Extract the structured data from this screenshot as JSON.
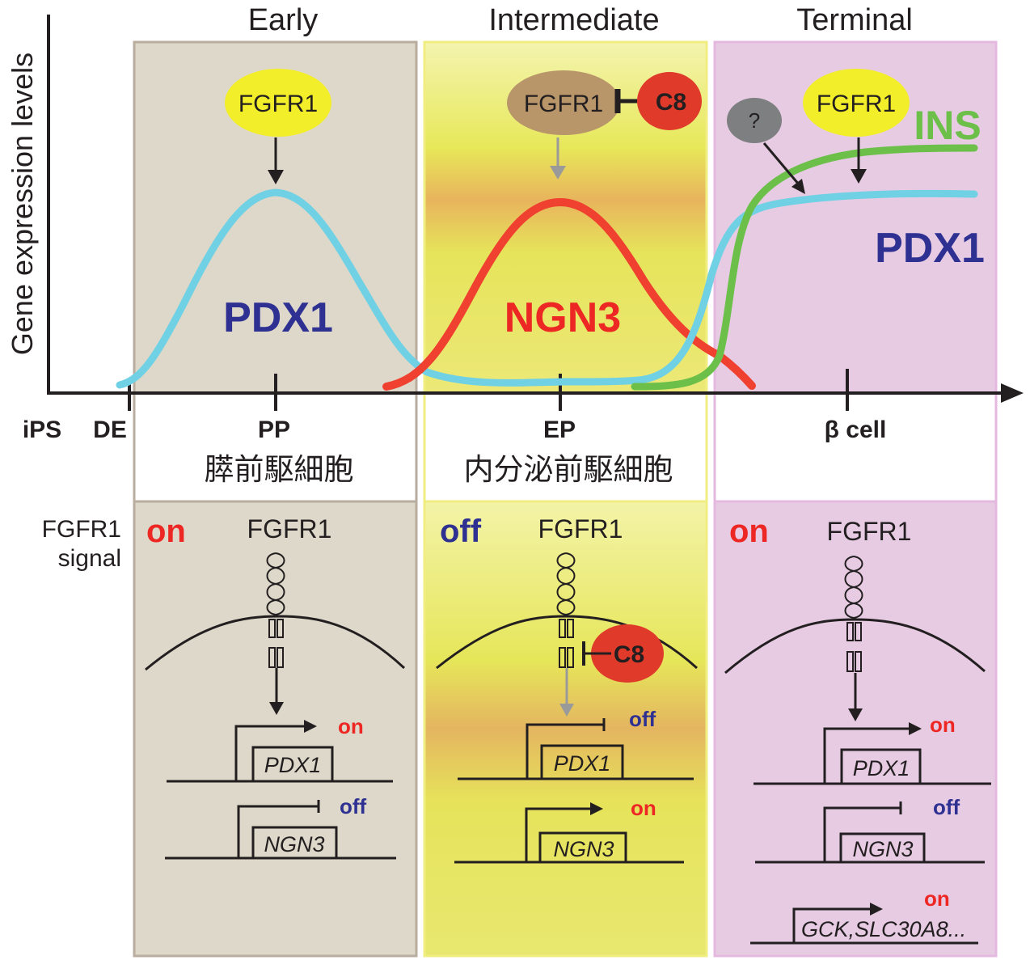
{
  "stages": {
    "early": "Early",
    "intermediate": "Intermediate",
    "terminal": "Terminal"
  },
  "axis": {
    "y_label": "Gene expression levels",
    "ticks": {
      "ips": "iPS",
      "de": "DE",
      "pp": "PP",
      "ep": "EP",
      "beta": "β cell"
    },
    "jp_labels": {
      "pp": "膵前駆細胞",
      "ep": "内分泌前駆細胞"
    }
  },
  "curves": {
    "pdx1_early": "PDX1",
    "ngn3": "NGN3",
    "ins": "INS",
    "pdx1_terminal": "PDX1"
  },
  "top_factors": {
    "early_fgfr1": "FGFR1",
    "intermediate_fgfr1": "FGFR1",
    "intermediate_c8": "C8",
    "terminal_unknown": "?",
    "terminal_fgfr1": "FGFR1"
  },
  "signal": {
    "row_label_line1": "FGFR1",
    "row_label_line2": "signal",
    "early_state": "on",
    "intermediate_state": "off",
    "terminal_state": "on",
    "receptor_label": "FGFR1",
    "c8": "C8"
  },
  "genes": {
    "early": [
      {
        "name": "PDX1",
        "state": "on"
      },
      {
        "name": "NGN3",
        "state": "off"
      }
    ],
    "intermediate": [
      {
        "name": "PDX1",
        "state": "off"
      },
      {
        "name": "NGN3",
        "state": "on"
      }
    ],
    "terminal": [
      {
        "name": "PDX1",
        "state": "on"
      },
      {
        "name": "NGN3",
        "state": "off"
      },
      {
        "name": "GCK,SLC30A8...",
        "state": "on"
      }
    ]
  },
  "colors": {
    "early_bg": "#ddd8c9",
    "intermediate_bg": "#eeee8a",
    "intermediate_band": "#e8b966",
    "terminal_bg": "#e6cbe3",
    "pdx1_curve": "#71d1e4",
    "ngn3_curve": "#ef4030",
    "ins_curve": "#6cc04a",
    "fgfr1_active": "#f2ee2a",
    "fgfr1_inactive": "#b8966a",
    "c8": "#e03a2a",
    "unknown": "#7e7f80"
  }
}
